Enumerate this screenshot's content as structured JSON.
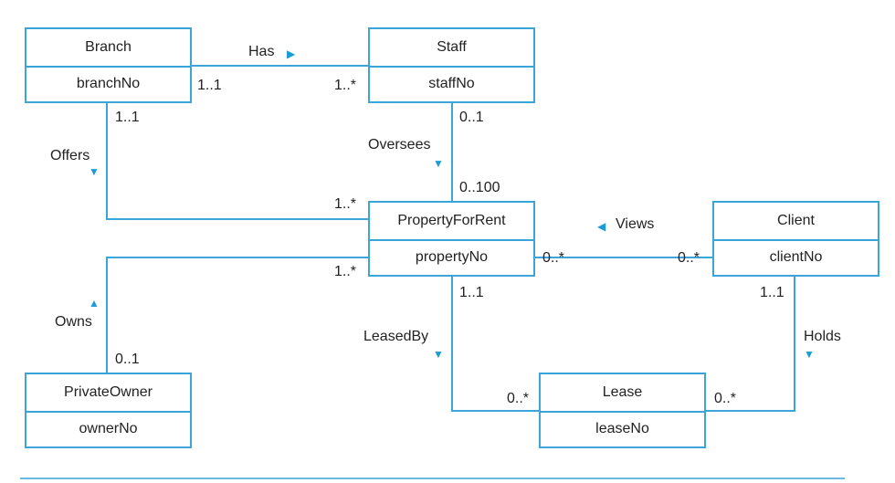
{
  "classes": {
    "branch": {
      "name": "Branch",
      "attr": "branchNo"
    },
    "staff": {
      "name": "Staff",
      "attr": "staffNo"
    },
    "property": {
      "name": "PropertyForRent",
      "attr": "propertyNo"
    },
    "client": {
      "name": "Client",
      "attr": "clientNo"
    },
    "owner": {
      "name": "PrivateOwner",
      "attr": "ownerNo"
    },
    "lease": {
      "name": "Lease",
      "attr": "leaseNo"
    }
  },
  "associations": {
    "has": {
      "label": "Has",
      "mult_a": "1..1",
      "mult_b": "1..*",
      "direction": "right"
    },
    "offers": {
      "label": "Offers",
      "mult_a": "1..1",
      "mult_b": "1..*",
      "direction": "down"
    },
    "oversees": {
      "label": "Oversees",
      "mult_a": "0..1",
      "mult_b": "0..100",
      "direction": "down"
    },
    "views": {
      "label": "Views",
      "mult_a": "0..*",
      "mult_b": "0..*",
      "direction": "left"
    },
    "owns": {
      "label": "Owns",
      "mult_a": "0..1",
      "mult_b": "1..*",
      "direction": "up"
    },
    "leasedby": {
      "label": "LeasedBy",
      "mult_a": "1..1",
      "mult_b": "0..*",
      "direction": "down"
    },
    "holds": {
      "label": "Holds",
      "mult_a": "1..1",
      "mult_b": "0..*",
      "direction": "down"
    }
  },
  "colors": {
    "line": "#3ba4d8",
    "arrow": "#1d9ad8",
    "text": "#222222"
  }
}
